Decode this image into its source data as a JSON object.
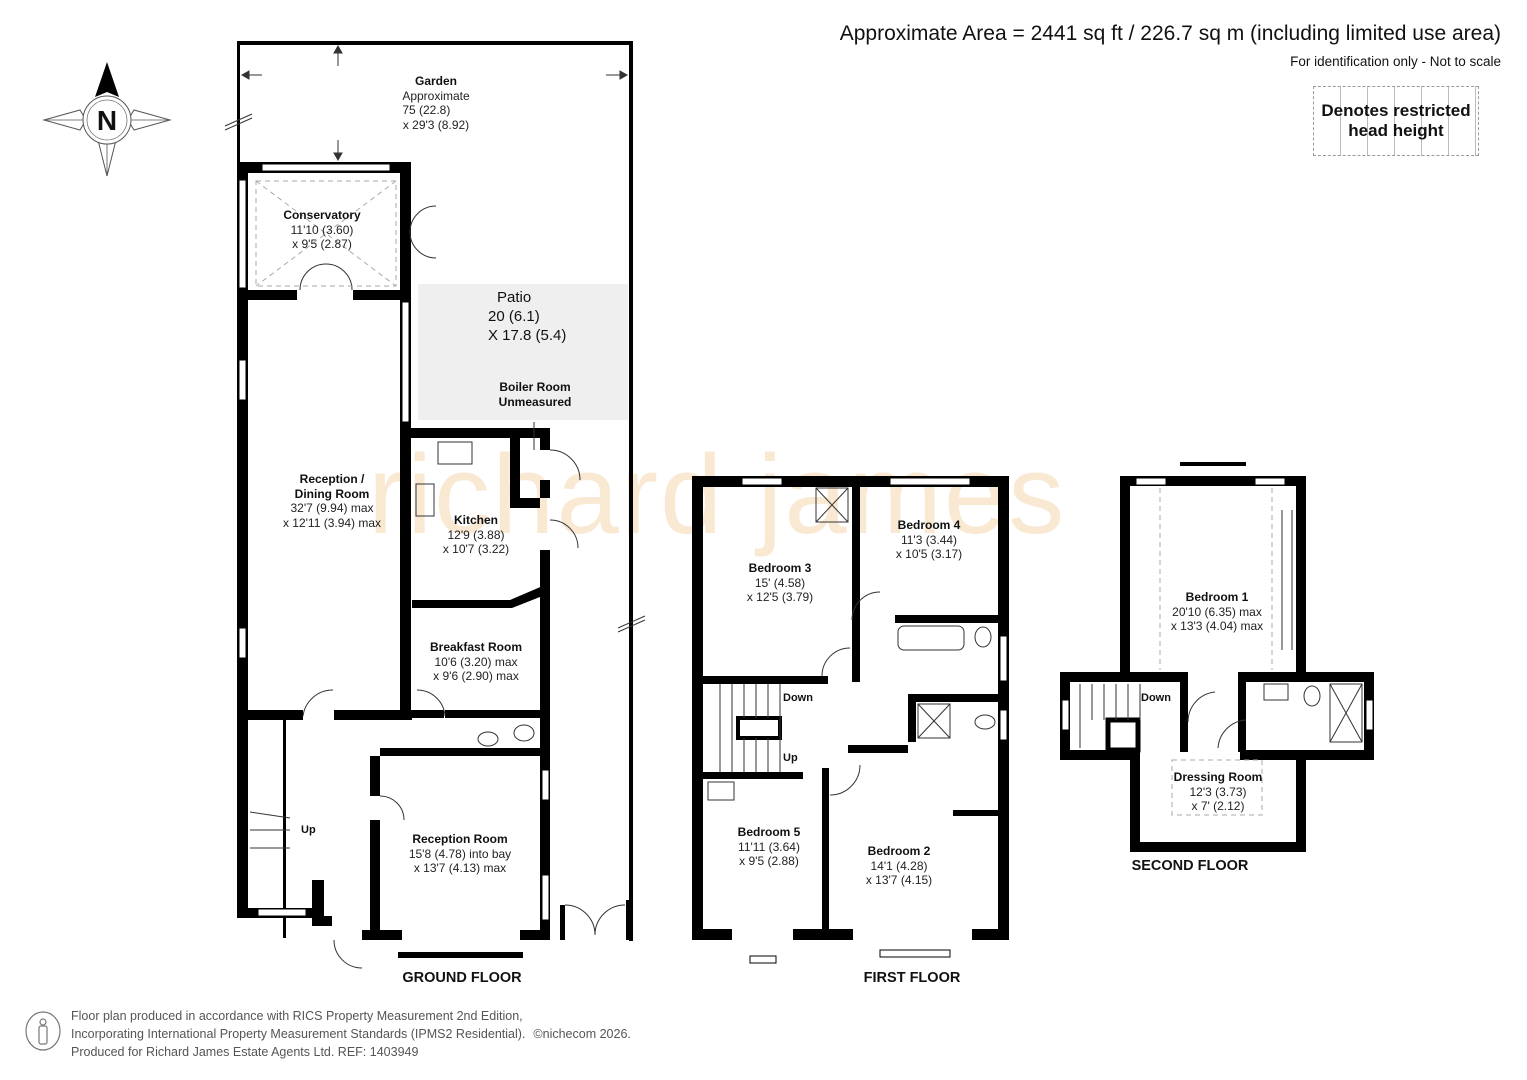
{
  "header": {
    "area": "Approximate Area = 2441 sq ft / 226.7 sq m (including limited use area)",
    "note": "For identification only - Not to scale"
  },
  "legend": {
    "line1": "Denotes restricted",
    "line2": "head height"
  },
  "compass": {
    "letter": "N",
    "icon": "north-arrow-compass-icon"
  },
  "watermark": "richard james",
  "colors": {
    "wall": "#000000",
    "patio": "#efefef",
    "watermark": "#eec48c",
    "text": "#111111"
  },
  "ground_floor": {
    "label": "GROUND FLOOR",
    "garden": {
      "name": "Garden",
      "l1": "Approximate",
      "l2": "75 (22.8)",
      "l3": "x 29'3 (8.92)"
    },
    "conservatory": {
      "name": "Conservatory",
      "l1": "11'10 (3.60)",
      "l2": "x 9'5 (2.87)"
    },
    "patio": {
      "name": "Patio",
      "l1": "20 (6.1)",
      "l2": "X 17.8 (5.4)"
    },
    "boiler_room": {
      "name": "Boiler Room",
      "l1": "Unmeasured"
    },
    "reception_dining": {
      "name1": "Reception /",
      "name2": "Dining Room",
      "l1": "32'7 (9.94) max",
      "l2": "x 12'11 (3.94) max"
    },
    "kitchen": {
      "name": "Kitchen",
      "l1": "12'9 (3.88)",
      "l2": "x 10'7 (3.22)"
    },
    "breakfast_room": {
      "name": "Breakfast Room",
      "l1": "10'6 (3.20) max",
      "l2": "x 9'6 (2.90) max"
    },
    "reception_room": {
      "name": "Reception Room",
      "l1": "15'8 (4.78) into bay",
      "l2": "x 13'7 (4.13) max"
    },
    "stairs": "Up"
  },
  "first_floor": {
    "label": "FIRST FLOOR",
    "bedroom3": {
      "name": "Bedroom 3",
      "l1": "15' (4.58)",
      "l2": "x 12'5 (3.79)"
    },
    "bedroom4": {
      "name": "Bedroom 4",
      "l1": "11'3 (3.44)",
      "l2": "x 10'5 (3.17)"
    },
    "bedroom5": {
      "name": "Bedroom 5",
      "l1": "11'11 (3.64)",
      "l2": "x 9'5 (2.88)"
    },
    "bedroom2": {
      "name": "Bedroom 2",
      "l1": "14'1 (4.28)",
      "l2": "x 13'7 (4.15)"
    },
    "stairs_down": "Down",
    "stairs_up": "Up"
  },
  "second_floor": {
    "label": "SECOND FLOOR",
    "bedroom1": {
      "name": "Bedroom 1",
      "l1": "20'10 (6.35) max",
      "l2": "x 13'3 (4.04) max"
    },
    "dressing_room": {
      "name": "Dressing Room",
      "l1": "12'3 (3.73)",
      "l2": "x 7' (2.12)"
    },
    "stairs_down": "Down"
  },
  "footer": {
    "line1": "Floor plan produced in accordance with RICS Property Measurement 2nd Edition,",
    "line2": "Incorporating International Property Measurement Standards (IPMS2 Residential).",
    "copyright": "©nichecom 2026.",
    "line3": "Produced for Richard James Estate Agents Ltd.   REF: 1403949"
  }
}
